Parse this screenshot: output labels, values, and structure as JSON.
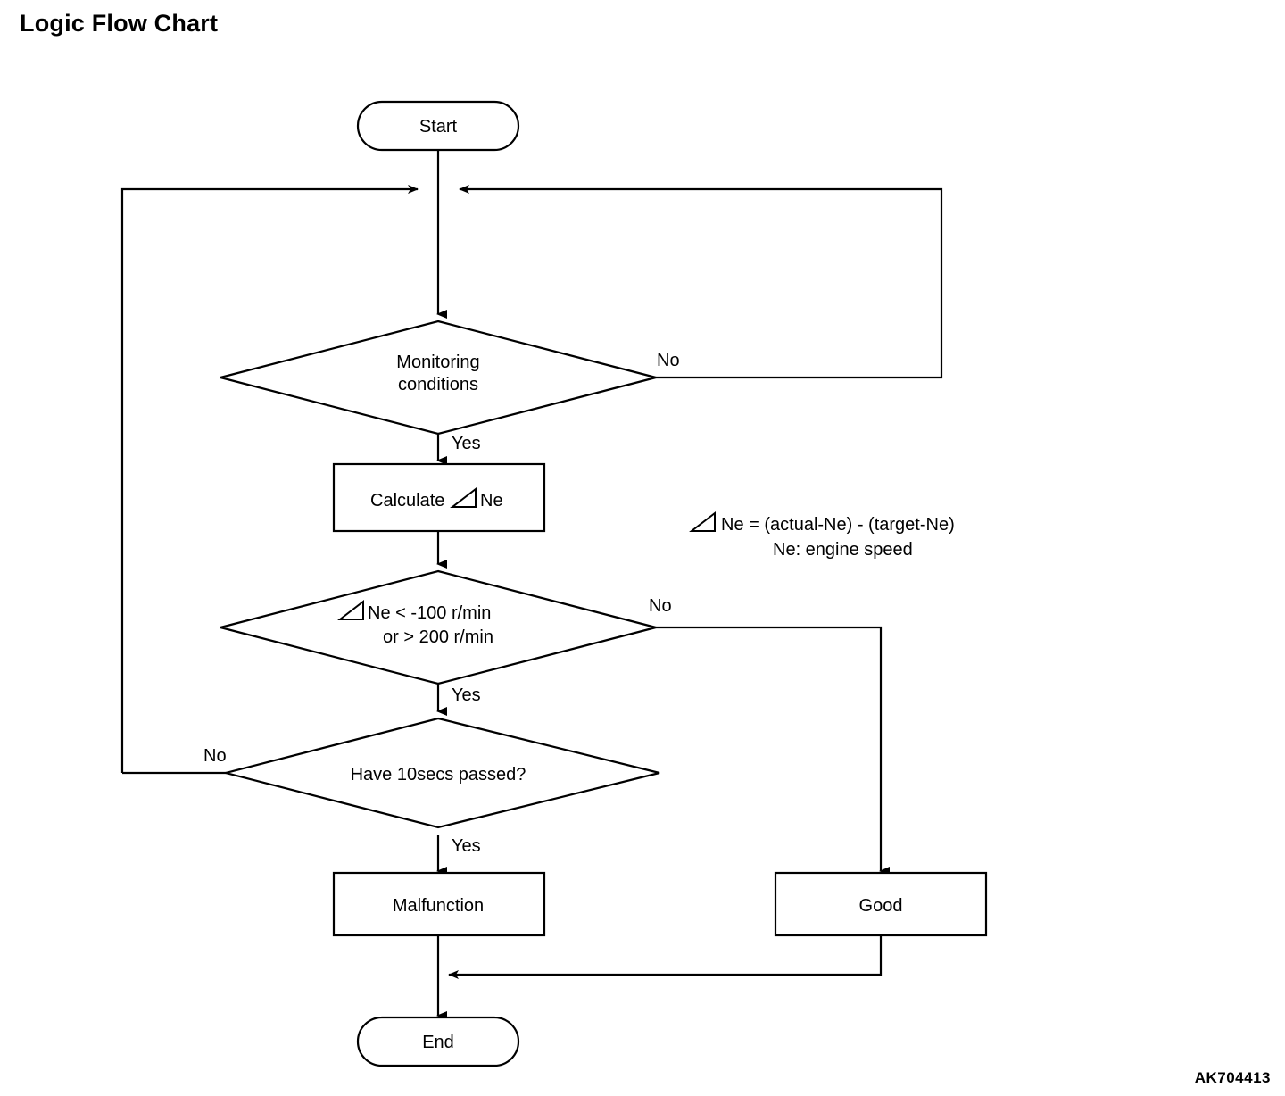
{
  "page": {
    "title": "Logic Flow Chart",
    "figure_id": "AK704413",
    "background_color": "#ffffff",
    "line_color": "#000000"
  },
  "chart_data": {
    "type": "flowchart",
    "title": "Logic Flow Chart",
    "nodes": [
      {
        "id": "start",
        "shape": "terminator",
        "label": "Start"
      },
      {
        "id": "monitoring",
        "shape": "decision",
        "label_line1": "Monitoring",
        "label_line2": "conditions"
      },
      {
        "id": "calculate",
        "shape": "process",
        "label": "Calculate⊿Ne"
      },
      {
        "id": "ne_check",
        "shape": "decision",
        "label_line1": "⊿Ne < -100 r/min",
        "label_line2": "or > 200 r/min"
      },
      {
        "id": "ten_secs",
        "shape": "decision",
        "label": "Have 10secs passed?"
      },
      {
        "id": "malfunction",
        "shape": "process",
        "label": "Malfunction"
      },
      {
        "id": "good",
        "shape": "process",
        "label": "Good"
      },
      {
        "id": "end",
        "shape": "terminator",
        "label": "End"
      }
    ],
    "edges": [
      {
        "from": "start",
        "to": "monitoring",
        "label": ""
      },
      {
        "from": "monitoring",
        "to": "calculate",
        "label": "Yes"
      },
      {
        "from": "monitoring",
        "to": "monitoring",
        "label": "No"
      },
      {
        "from": "calculate",
        "to": "ne_check",
        "label": ""
      },
      {
        "from": "ne_check",
        "to": "ten_secs",
        "label": "Yes"
      },
      {
        "from": "ne_check",
        "to": "good",
        "label": "No"
      },
      {
        "from": "ten_secs",
        "to": "malfunction",
        "label": "Yes"
      },
      {
        "from": "ten_secs",
        "to": "monitoring",
        "label": "No"
      },
      {
        "from": "malfunction",
        "to": "end",
        "label": ""
      },
      {
        "from": "good",
        "to": "end",
        "label": ""
      }
    ],
    "annotations": [
      "⊿ Ne = (actual-Ne) - (target-Ne)",
      "Ne:  engine speed"
    ]
  },
  "flow": {
    "start_label": "Start",
    "monitoring_line1": "Monitoring",
    "monitoring_line2": "conditions",
    "monitoring_yes": "Yes",
    "monitoring_no": "No",
    "calculate_label": "Calculate",
    "calculate_suffix": "Ne",
    "ne_check_line1": "Ne < -100 r/min",
    "ne_check_line2": "or > 200 r/min",
    "ne_check_yes": "Yes",
    "ne_check_no": "No",
    "ten_secs_label": "Have 10secs passed?",
    "ten_secs_yes": "Yes",
    "ten_secs_no": "No",
    "malfunction_label": "Malfunction",
    "good_label": "Good",
    "end_label": "End"
  },
  "note": {
    "line1_formula": "Ne = (actual-Ne) - (target-Ne)",
    "line2": "Ne:  engine speed"
  }
}
